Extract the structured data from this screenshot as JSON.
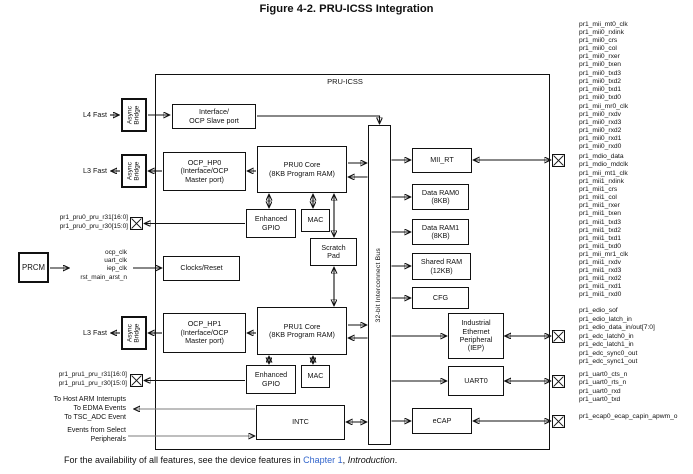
{
  "title": "Figure 4-2. PRU-ICSS Integration",
  "diagram": {
    "container_label": "PRU-ICSS",
    "bus_label": "32-bit Interconnect Bus",
    "blocks": {
      "async_bridge": "Async\nBridge",
      "interface_slave": "Interface/\nOCP Slave port",
      "ocp_hp0": "OCP_HP0\n(Interface/OCP\nMaster port)",
      "pru0_core": "PRU0 Core\n(8KB Program RAM)",
      "enhanced_gpio": "Enhanced\nGPIO",
      "mac": "MAC",
      "scratch_pad": "Scratch\nPad",
      "clocks_reset": "Clocks/Reset",
      "ocp_hp1": "OCP_HP1\n(Interface/OCP\nMaster port)",
      "pru1_core": "PRU1 Core\n(8KB Program RAM)",
      "intc": "INTC",
      "mii_rt": "MII_RT",
      "data_ram0": "Data RAM0\n(8KB)",
      "data_ram1": "Data RAM1\n(8KB)",
      "shared_ram": "Shared RAM\n(12KB)",
      "cfg": "CFG",
      "iep": "Industrial\nEthernet\nPeripheral\n(IEP)",
      "uart0": "UART0",
      "ecap": "eCAP",
      "prcm": "PRCM"
    },
    "left_labels": {
      "l4_fast": "L4 Fast",
      "l3_fast_top": "L3 Fast",
      "l3_fast_bottom": "L3 Fast",
      "pru0_gpio": [
        "pr1_pru0_pru_r31[16:0]",
        "pr1_pru0_pru_r30[15:0]"
      ],
      "clock_signals": [
        "ocp_clk",
        "uart_clk",
        "iep_clk",
        "rst_main_arst_n"
      ],
      "pru1_gpio": [
        "pr1_pru1_pru_r31[16:0]",
        "pr1_pru1_pru_r30[15:0]"
      ],
      "interrupts_out": [
        "To Host ARM Interrupts",
        "To EDMA Events",
        "To TSC_ADC Event"
      ],
      "events_in": [
        "Events from Select",
        "Peripherals"
      ]
    },
    "right_signals": {
      "mii0_tx": [
        "pr1_mii_mt0_clk",
        "pr1_mii0_rxlink",
        "pr1_mii0_crs",
        "pr1_mii0_col",
        "pr1_mii0_rxer",
        "pr1_mii0_txen",
        "pr1_mii0_txd3",
        "pr1_mii0_txd2",
        "pr1_mii0_txd1",
        "pr1_mii0_txd0"
      ],
      "mii0_rx": [
        "pr1_mii_mr0_clk",
        "pr1_mii0_rxdv",
        "pr1_mii0_rxd3",
        "pr1_mii0_rxd2",
        "pr1_mii0_rxd1",
        "pr1_mii0_rxd0"
      ],
      "mdio": [
        "pr1_mdio_data",
        "pr1_mdio_mdclk"
      ],
      "mii1_tx": [
        "pr1_mii_mt1_clk",
        "pr1_mii1_rxlink",
        "pr1_mii1_crs",
        "pr1_mii1_col",
        "pr1_mii1_rxer",
        "pr1_mii1_txen",
        "pr1_mii1_txd3",
        "pr1_mii1_txd2",
        "pr1_mii1_txd1",
        "pr1_mii1_txd0"
      ],
      "mii1_rx": [
        "pr1_mii_mr1_clk",
        "pr1_mii1_rxdv",
        "pr1_mii1_rxd3",
        "pr1_mii1_rxd2",
        "pr1_mii1_rxd1",
        "pr1_mii1_rxd0"
      ],
      "edio": [
        "pr1_edio_sof",
        "pr1_edio_latch_in",
        "pr1_edio_data_in/out[7:0]",
        "pr1_edc_latch0_in",
        "pr1_edc_latch1_in",
        "pr1_edc_sync0_out",
        "pr1_edc_sync1_out"
      ],
      "uart": [
        "pr1_uart0_cts_n",
        "pr1_uart0_rts_n",
        "pr1_uart0_rxd",
        "pr1_uart0_txd"
      ],
      "ecap": [
        "pr1_ecap0_ecap_capin_apwm_o"
      ]
    }
  },
  "caption": {
    "pre": "For the availability of all features, see the device features in ",
    "link": "Chapter 1",
    "mid": ", ",
    "italic": "Introduction",
    "post": "."
  },
  "colors": {
    "line_black": "#111111",
    "event_line_gray": "#7d7d7d",
    "link_blue": "#3366CC"
  }
}
